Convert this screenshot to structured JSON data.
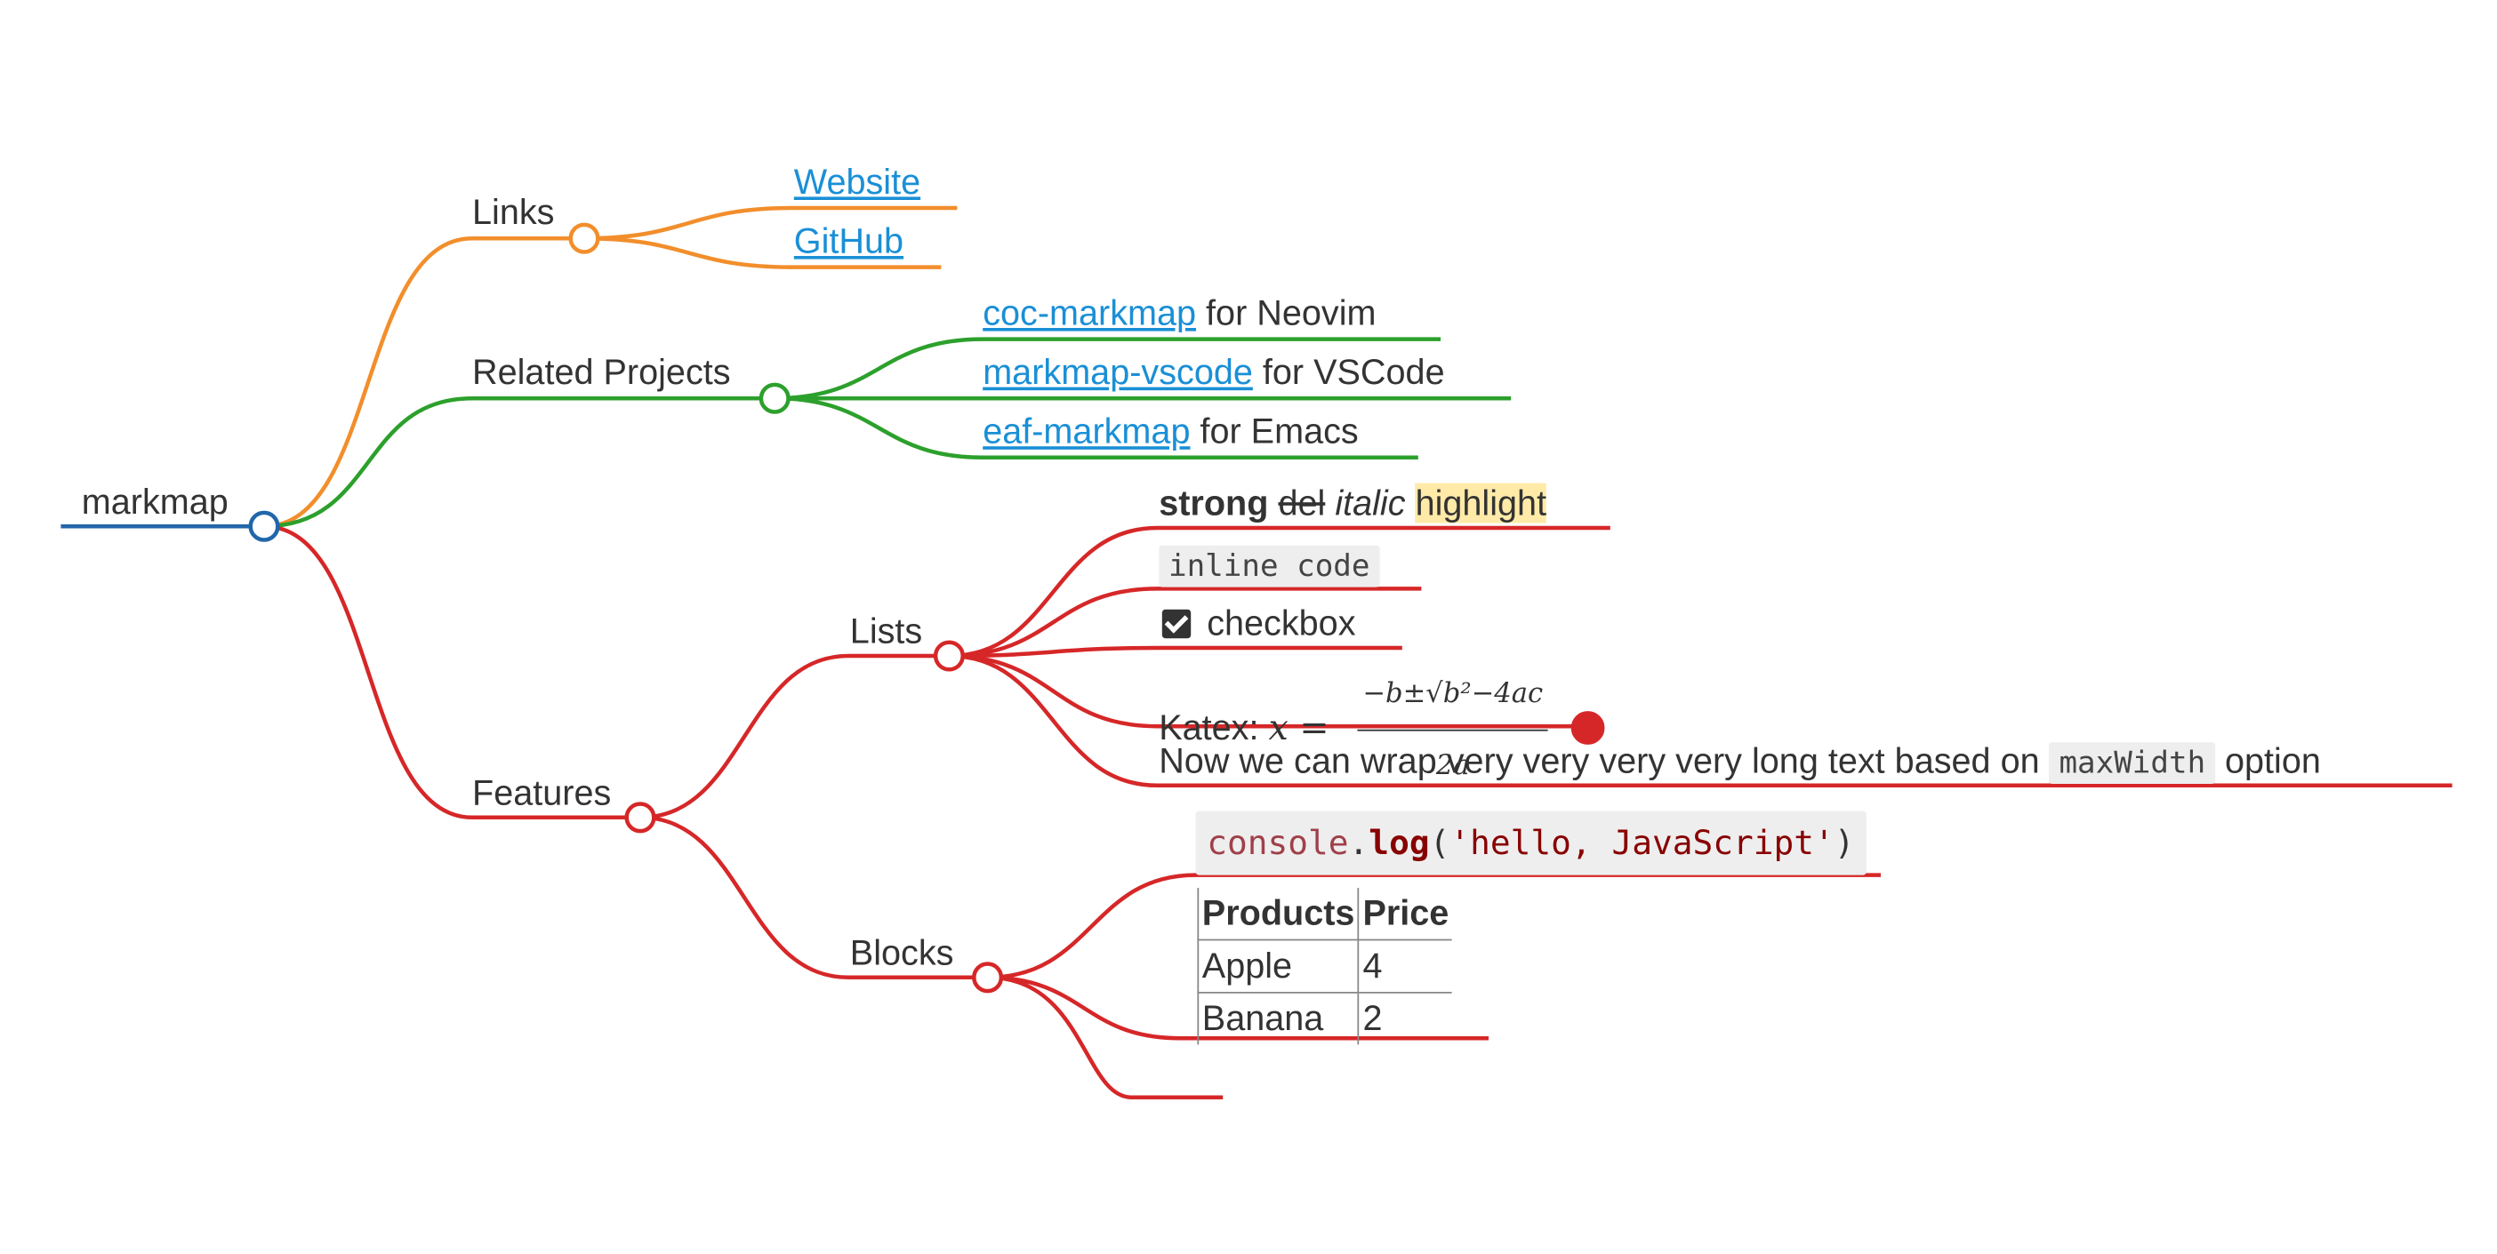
{
  "colors": {
    "root": "#2266aa",
    "links": "#f28e2b",
    "related": "#2ca02c",
    "features": "#d62728",
    "link_text": "#1a8fd6"
  },
  "root": {
    "label": "markmap"
  },
  "links": {
    "label": "Links",
    "website": "Website",
    "github": "GitHub"
  },
  "related": {
    "label": "Related Projects",
    "items": [
      {
        "link": "coc-markmap",
        "suffix": " for Neovim"
      },
      {
        "link": "markmap-vscode",
        "suffix": " for VSCode"
      },
      {
        "link": "eaf-markmap",
        "suffix": " for Emacs"
      }
    ]
  },
  "features": {
    "label": "Features",
    "lists": {
      "label": "Lists",
      "strong": "strong",
      "del": "del",
      "italic": "italic",
      "highlight": "highlight",
      "inline_code": "inline code",
      "checkbox": "checkbox",
      "katex_prefix": "Katex: ",
      "katex_lhs": "x =",
      "katex_num": "−b±√b²−4ac",
      "katex_den": "2a",
      "wrap_text_a": "Now we can wrap very very very very long text based on ",
      "wrap_code": "maxWidth",
      "wrap_text_b": " option"
    },
    "blocks": {
      "label": "Blocks",
      "code_obj": "console",
      "code_dot": ".",
      "code_fn": "log",
      "code_open": "(",
      "code_str": "'hello, JavaScript'",
      "code_close": ")",
      "table": {
        "headers": [
          "Products",
          "Price"
        ],
        "rows": [
          [
            "Apple",
            "4"
          ],
          [
            "Banana",
            "2"
          ]
        ]
      }
    }
  }
}
